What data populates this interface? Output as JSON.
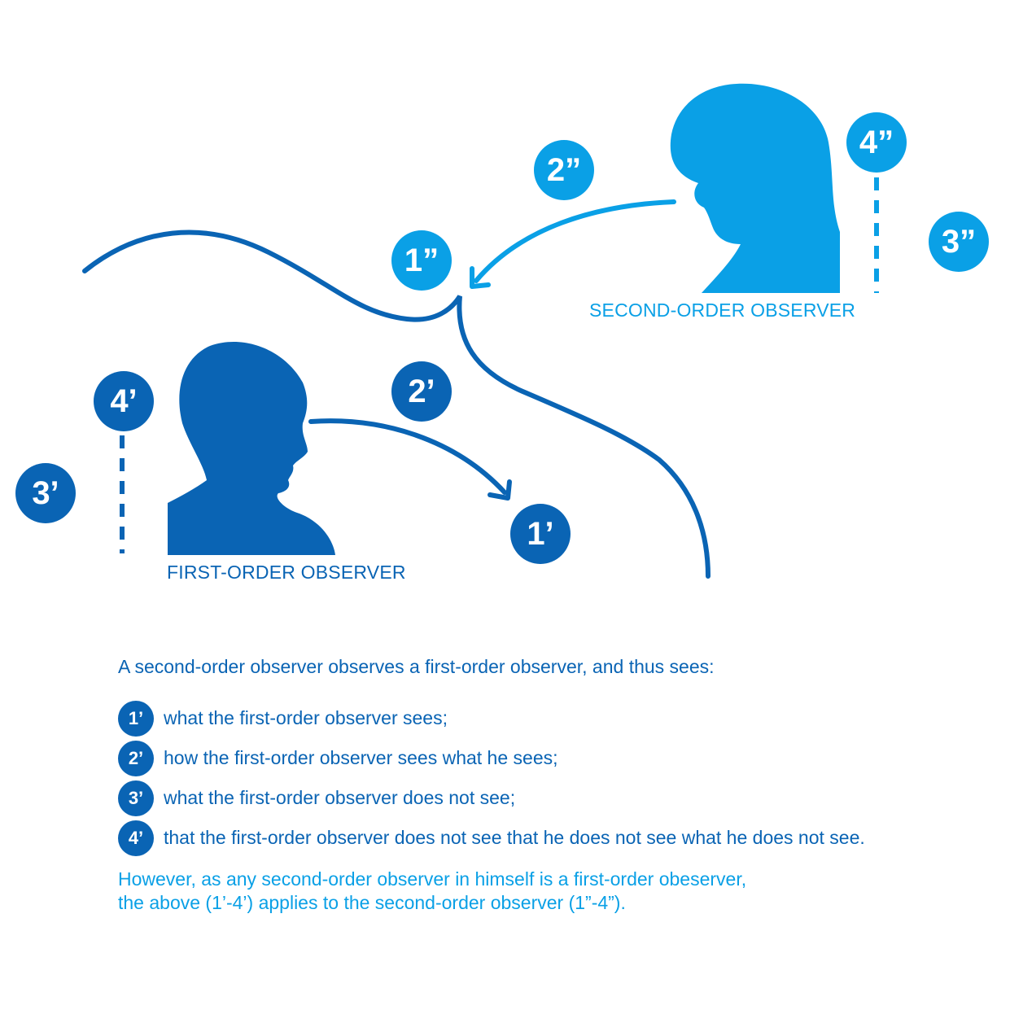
{
  "diagram": {
    "first_order": {
      "label": "FIRST-ORDER OBSERVER",
      "badges": {
        "one": "1’",
        "two": "2’",
        "three": "3’",
        "four": "4’"
      }
    },
    "second_order": {
      "label": "SECOND-ORDER OBSERVER",
      "badges": {
        "one": "1”",
        "two": "2”",
        "three": "3”",
        "four": "4”"
      }
    },
    "colors": {
      "dark_blue": "#0a64b4",
      "light_blue": "#0aa0e6"
    }
  },
  "text": {
    "intro": "A second-order observer observes a first-order observer, and thus sees:",
    "items": [
      {
        "badge": "1’",
        "text": "what the first-order observer sees;"
      },
      {
        "badge": "2’",
        "text": "how the first-order observer sees what he sees;"
      },
      {
        "badge": "3’",
        "text": "what the first-order observer does not see;"
      },
      {
        "badge": "4’",
        "text": "that the first-order observer does not see that he does not see what he does not see."
      }
    ],
    "note_line1": "However, as any second-order observer in himself is a first-order obeserver,",
    "note_line2": "the above (1’-4’) applies to the second-order observer (1”-4”)."
  }
}
